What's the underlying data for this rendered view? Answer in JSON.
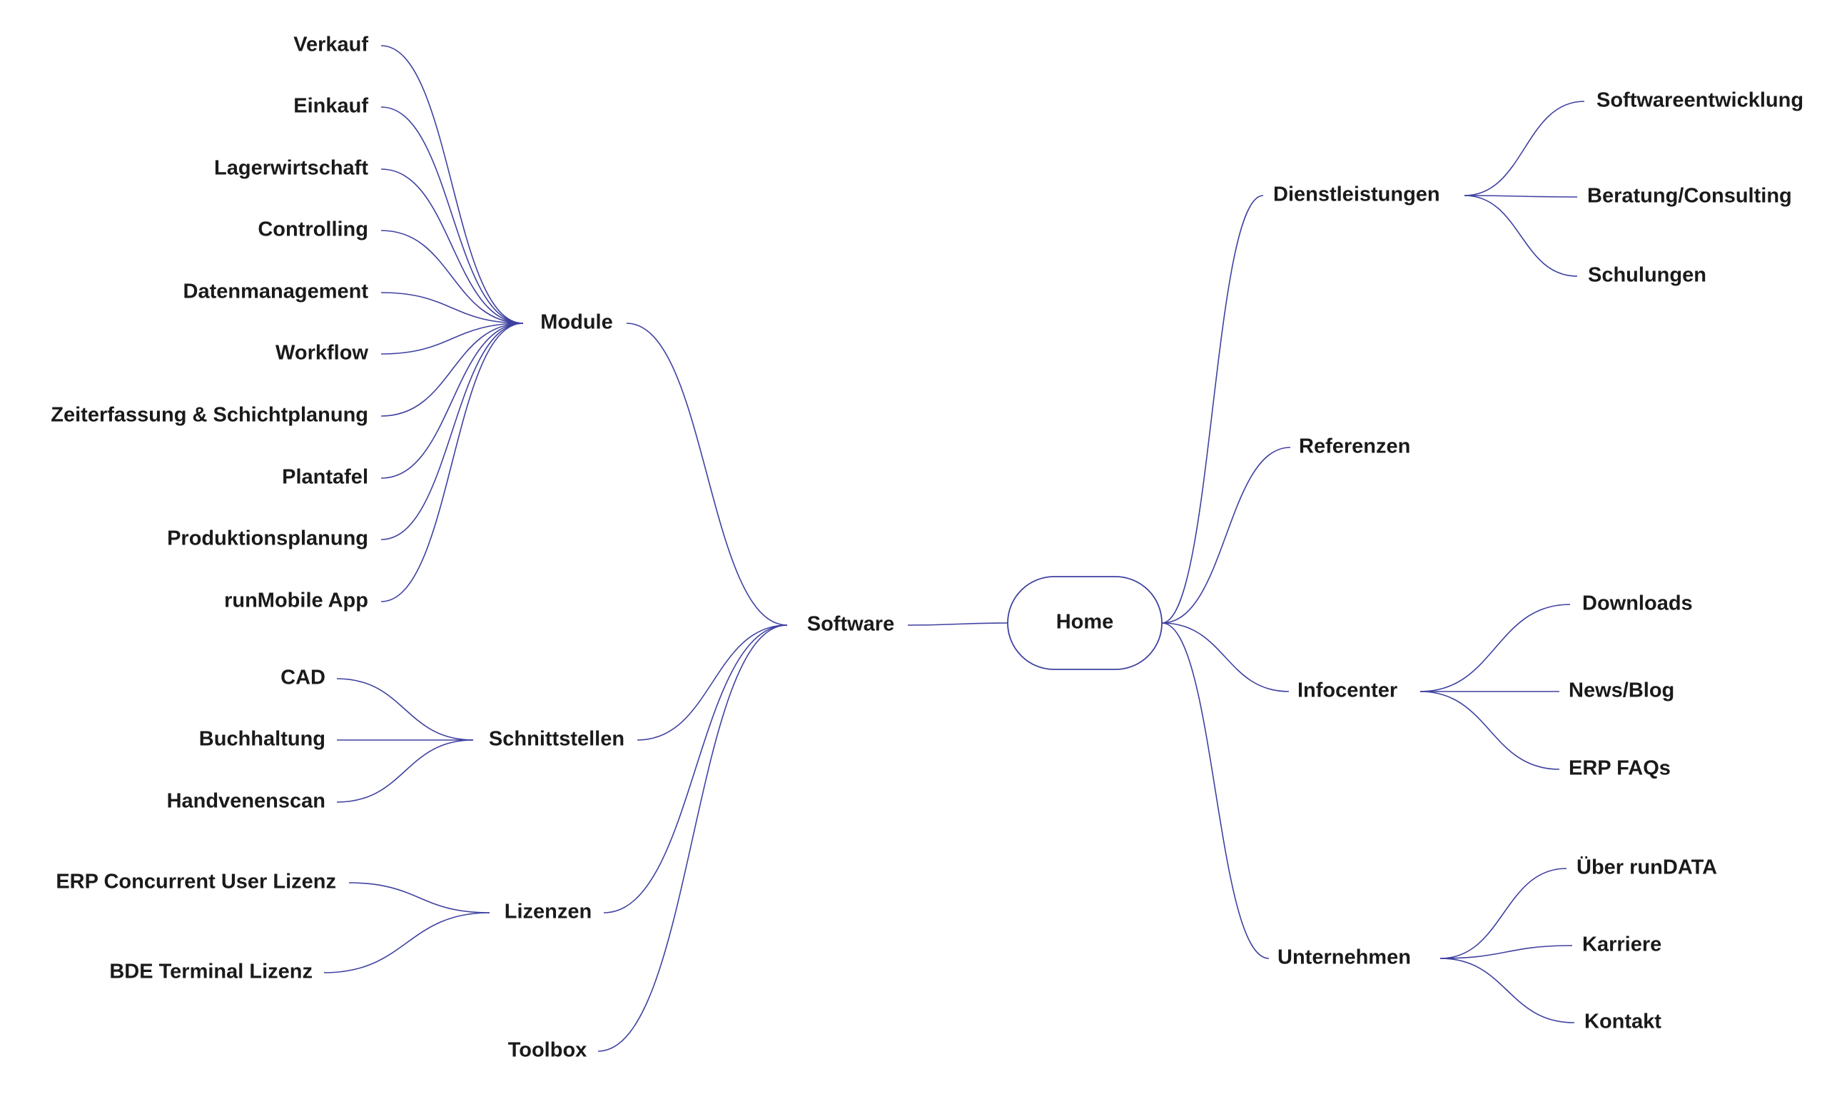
{
  "mindmap": {
    "root": "Home",
    "left_branch": {
      "label": "Software",
      "groups": [
        {
          "label": "Module",
          "items": [
            "Verkauf",
            "Einkauf",
            "Lagerwirtschaft",
            "Controlling",
            "Datenmanagement",
            "Workflow",
            "Zeiterfassung & Schichtplanung",
            "Plantafel",
            "Produktionsplanung",
            "runMobile App"
          ]
        },
        {
          "label": "Schnittstellen",
          "items": [
            "CAD",
            "Buchhaltung",
            "Handvenenscan"
          ]
        },
        {
          "label": "Lizenzen",
          "items": [
            "ERP Concurrent User Lizenz",
            "BDE Terminal Lizenz"
          ]
        },
        {
          "label": "Toolbox",
          "items": []
        }
      ]
    },
    "right_groups": [
      {
        "label": "Dienstleistungen",
        "items": [
          "Softwareentwicklung",
          "Beratung/Consulting",
          "Schulungen"
        ]
      },
      {
        "label": "Referenzen",
        "items": []
      },
      {
        "label": "Infocenter",
        "items": [
          "Downloads",
          "News/Blog",
          "ERP FAQs"
        ]
      },
      {
        "label": "Unternehmen",
        "items": [
          "Über runDATA",
          "Karriere",
          "Kontakt"
        ]
      }
    ],
    "line_color": "#3f41a0"
  }
}
